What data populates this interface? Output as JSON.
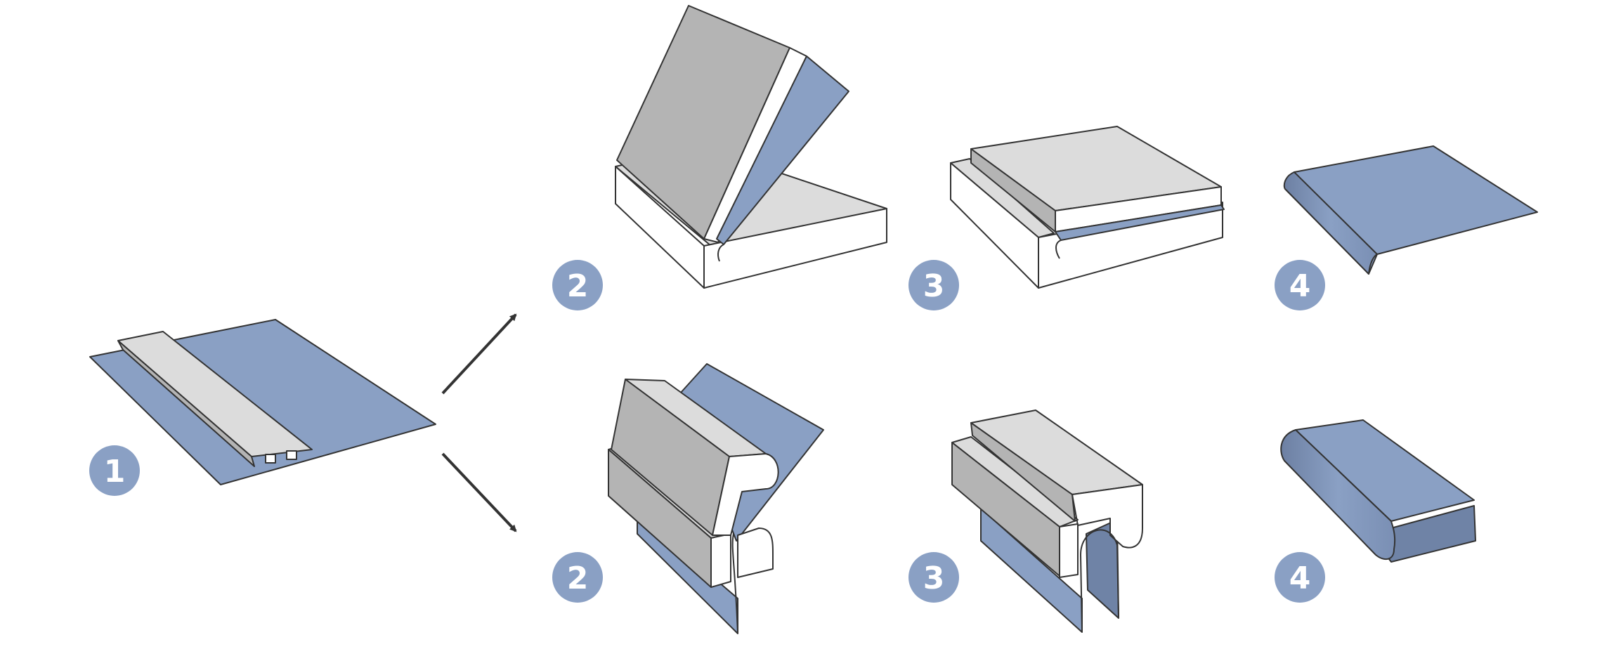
{
  "colors": {
    "sheet_blue": "#8aa0c4",
    "sheet_blue_dark": "#6f83a6",
    "profile_light": "#dcdcdc",
    "profile_mid": "#b4b4b4",
    "profile_white": "#ffffff",
    "badge_fill": "#8aa0c4",
    "arrow": "#333333"
  },
  "steps": {
    "start": "1",
    "upper": [
      "2",
      "3",
      "4"
    ],
    "lower": [
      "2",
      "3",
      "4"
    ]
  }
}
